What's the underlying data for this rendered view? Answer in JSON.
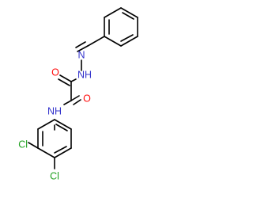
{
  "colors": {
    "background": "#ffffff",
    "carbon_bond": "#000000",
    "nitrogen": "#3333cc",
    "oxygen": "#ff0d0d",
    "chlorine": "#1fa01f"
  },
  "molecule": {
    "atom_labels": {
      "hydrazide_nh": "NH",
      "imine_n": "N",
      "hydrazide_o": "O",
      "amide_o": "O",
      "amide_nh": "NH",
      "cl_upper": "Cl",
      "cl_lower": "Cl"
    }
  }
}
